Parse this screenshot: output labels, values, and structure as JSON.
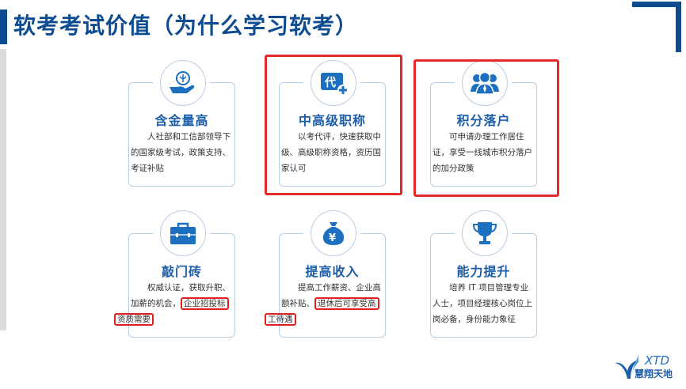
{
  "header": {
    "title": "软考考试价值（为什么学习软考）"
  },
  "cards": [
    {
      "title": "含金量高",
      "icon": "money-hand-icon",
      "text_parts": [
        "人社部和工信部领导下的国家级考试，政策支持、考证补贴"
      ],
      "highlighted": false
    },
    {
      "title": "中高级职称",
      "icon": "dai-plus-icon",
      "icon_text": "代",
      "text_parts": [
        "以考代评，快速获取中级、高级职称资格，资历国家认可"
      ],
      "highlighted": true
    },
    {
      "title": "积分落户",
      "icon": "people-group-icon",
      "text_parts": [
        "可申请办理工作居住证，享受一线城市积分落户的加分政策"
      ],
      "highlighted": true
    },
    {
      "title": "敲门砖",
      "icon": "briefcase-icon",
      "text_parts": [
        "权威认证，获取升职、加薪的机会，",
        "企业招投标",
        "资质需要"
      ],
      "highlighted": false
    },
    {
      "title": "提高收入",
      "icon": "money-bag-icon",
      "icon_text": "¥",
      "text_parts": [
        "提高工作薪资、企业高额补贴、",
        "退休后可享受高",
        "工待遇"
      ],
      "highlighted": false
    },
    {
      "title": "能力提升",
      "icon": "trophy-icon",
      "text_parts": [
        "培养 IT 项目管理专业人士，项目经理核心岗位上岗必备，身份能力象征"
      ],
      "highlighted": false
    }
  ],
  "logo": {
    "latin": "XTD",
    "chinese": "慧翔天地"
  },
  "colors": {
    "brand_blue": "#0e4c91",
    "title_blue": "#1d5ea9",
    "highlight_red": "#e22a2a",
    "card_border": "#b9cde4"
  }
}
